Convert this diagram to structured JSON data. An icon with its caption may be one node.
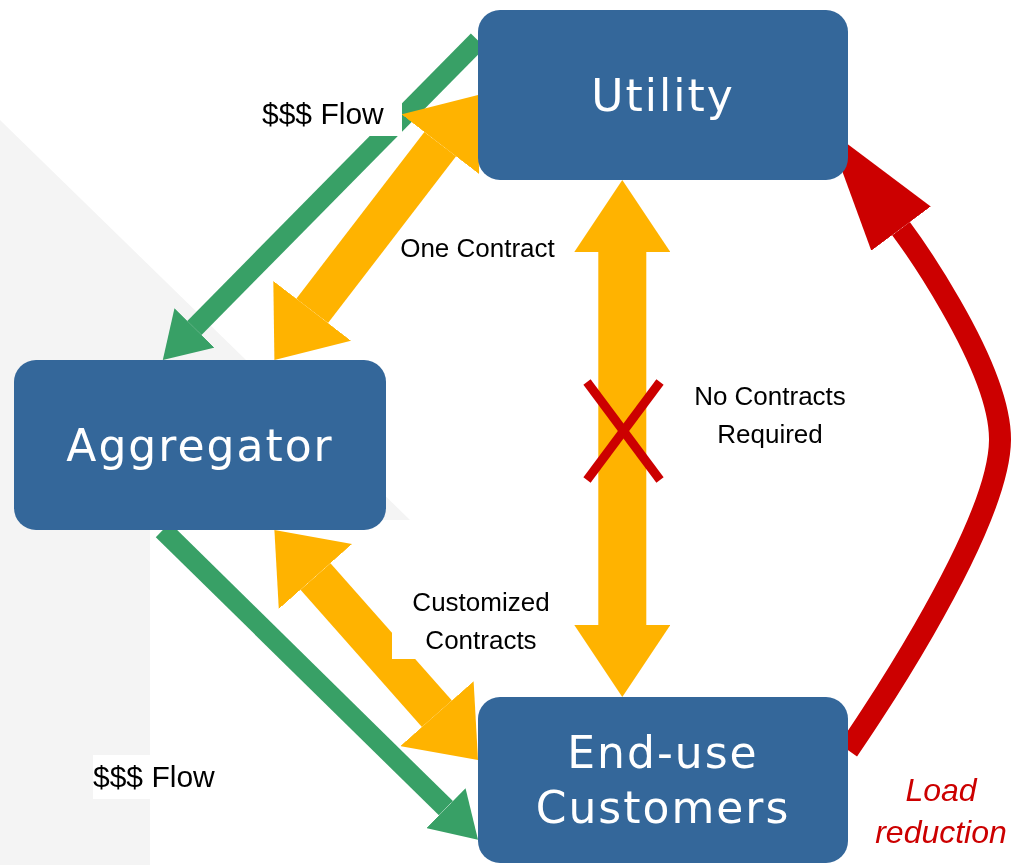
{
  "diagram": {
    "nodes": [
      {
        "text": [
          "Utility"
        ]
      },
      {
        "text": [
          "Aggregator"
        ]
      },
      {
        "text": [
          "End-use Customers"
        ]
      }
    ],
    "edges": [
      {
        "from": 0,
        "to": 1,
        "arrow": "to",
        "label": "$$$ Flow",
        "color": "#38a066"
      },
      {
        "from": 0,
        "to": 1,
        "arrow": "both",
        "label": "One Contract",
        "style": "thick"
      },
      {
        "from": 0,
        "to": 2,
        "arrow": "both",
        "label": "No Contracts Required",
        "style": "thick"
      },
      {
        "from": 1,
        "to": 2,
        "arrow": "both",
        "label": "Customized Contracts",
        "style": "thick"
      },
      {
        "from": 1,
        "to": 2,
        "arrow": "to",
        "label": "$$$ Flow",
        "color": "#38a066"
      },
      {
        "from": 2,
        "to": 0,
        "arrow": "to",
        "label": "Load reduction",
        "color": "#cc0000"
      }
    ]
  }
}
